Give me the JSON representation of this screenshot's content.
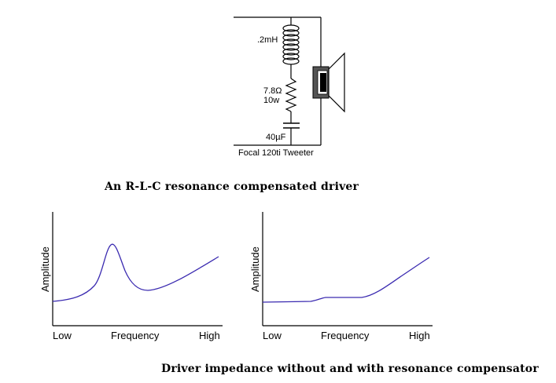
{
  "circuit": {
    "inductor_label": ".2mH",
    "resistor_label_1": "7.8Ω",
    "resistor_label_2": "10w",
    "capacitor_label": "40µF",
    "driver_label": "Focal 120ti Tweeter"
  },
  "caption_top": "An R-L-C resonance compensated driver",
  "caption_bottom": "Driver impedance without and with resonance compensator",
  "graph_left": {
    "ylabel": "Amplitude",
    "xlabel": "Frequency",
    "x_low": "Low",
    "x_high": "High",
    "curve_color": "#3a2ab0"
  },
  "graph_right": {
    "ylabel": "Amplitude",
    "xlabel": "Frequency",
    "x_low": "Low",
    "x_high": "High",
    "curve_color": "#3a2ab0"
  }
}
